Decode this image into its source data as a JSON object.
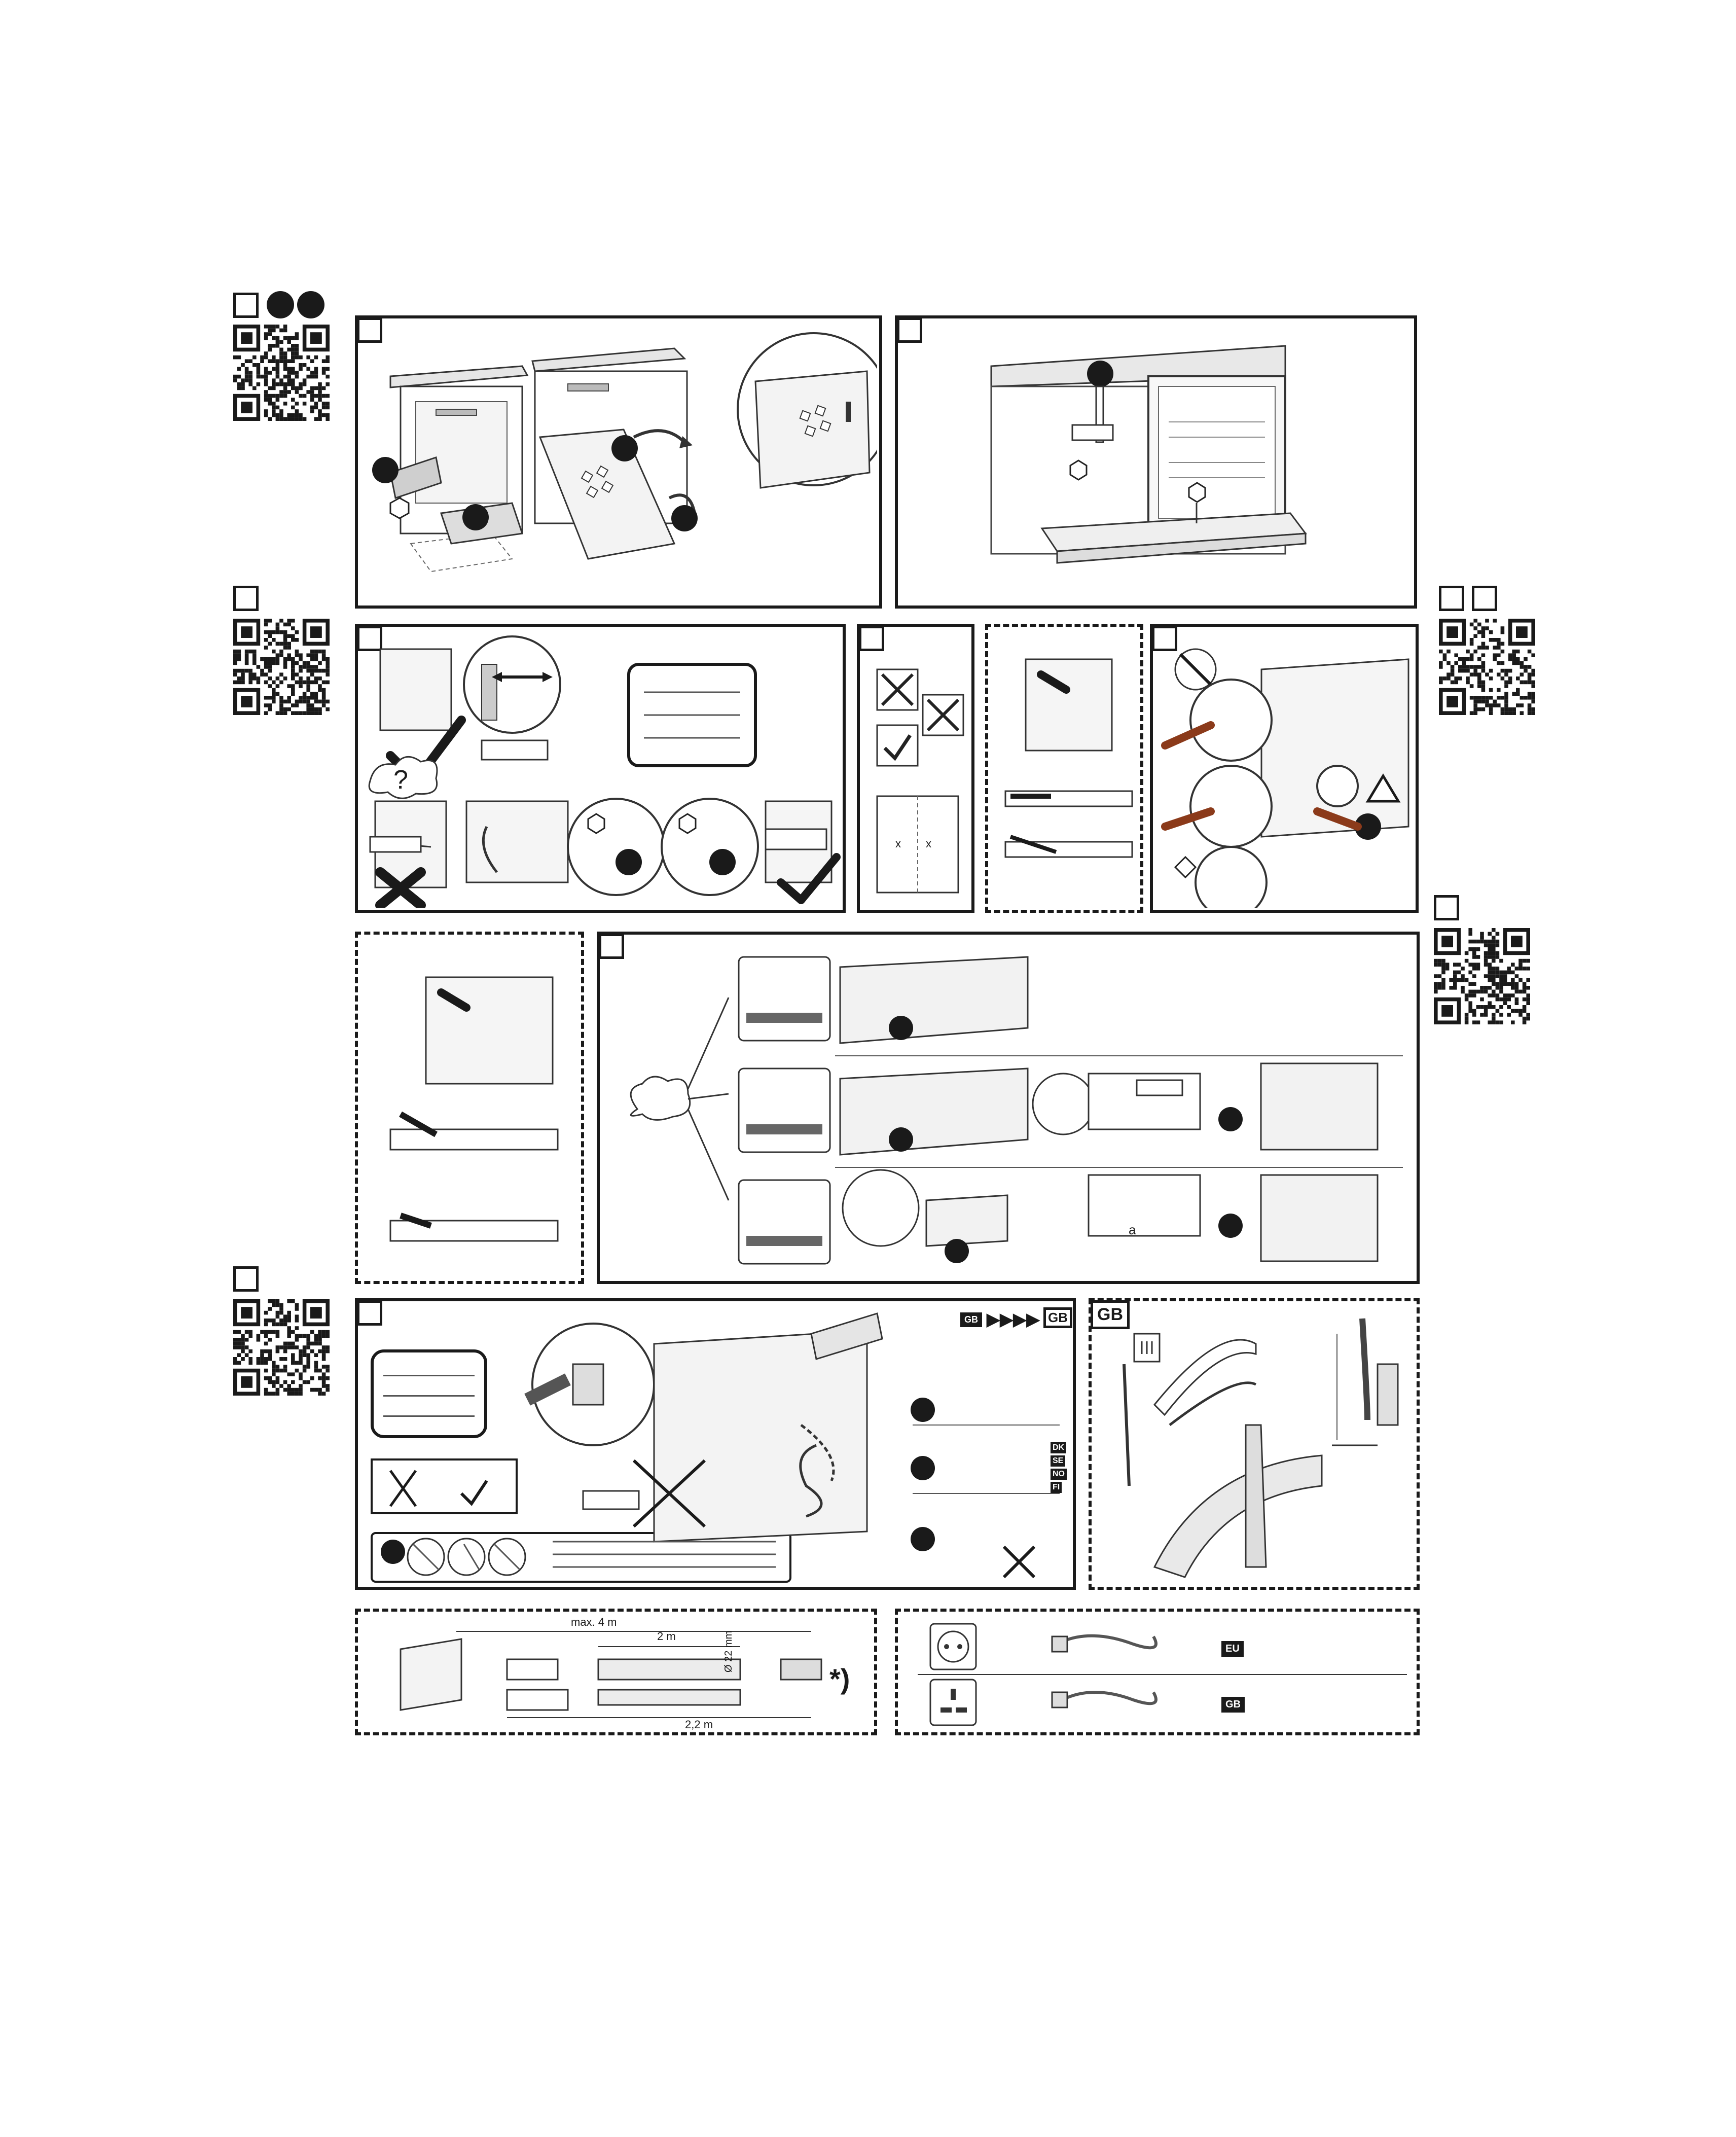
{
  "qr_codes": [
    {
      "id": "qr-1",
      "icon": "qr-code-icon"
    },
    {
      "id": "qr-2",
      "icon": "qr-code-icon"
    },
    {
      "id": "qr-3",
      "icon": "qr-code-icon"
    },
    {
      "id": "qr-4",
      "icon": "qr-code-icon"
    },
    {
      "id": "qr-5",
      "icon": "qr-code-icon"
    }
  ],
  "hose": {
    "max_length": "max. 4 m",
    "segment_length": "2 m",
    "supply_length": "2,2 m",
    "diameter": "Ø 22 mm",
    "footnote_mark": "*)"
  },
  "power": {
    "eu_label": "EU",
    "gb_label": "GB"
  },
  "gb_section": {
    "header_label": "GB",
    "arrow_label": "GB",
    "arrows": "▶▶▶▶"
  },
  "countries": [
    "DK",
    "SE",
    "NO",
    "FI"
  ],
  "misc": {
    "question_mark": "?",
    "dimension_a": "a",
    "dimension_x": "x"
  },
  "colors": {
    "ink": "#1a1a1a",
    "grey": "#8a8a8a",
    "light_grey": "#d9d9d9"
  }
}
